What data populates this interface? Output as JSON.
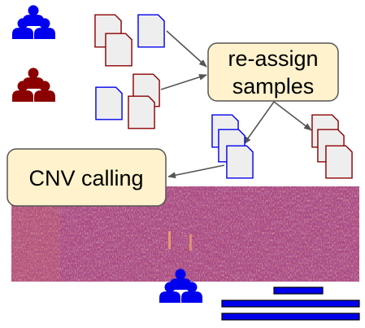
{
  "nodes": {
    "reassign": {
      "line1": "re-assign",
      "line2": "samples"
    },
    "cnv": {
      "label": "CNV calling"
    }
  },
  "colors": {
    "blue_group": "#0000ee",
    "red_group": "#8b0000",
    "box_fill": "#fff2cc",
    "box_stroke": "#555555",
    "doc_fill": "#eeeeee",
    "arrow": "#555555",
    "heatmap_base": "#a84a85",
    "heatmap_hot": "#e8855b"
  },
  "icons": {
    "blue_group": "people-group-icon",
    "red_group": "people-group-icon",
    "document": "document-icon"
  }
}
